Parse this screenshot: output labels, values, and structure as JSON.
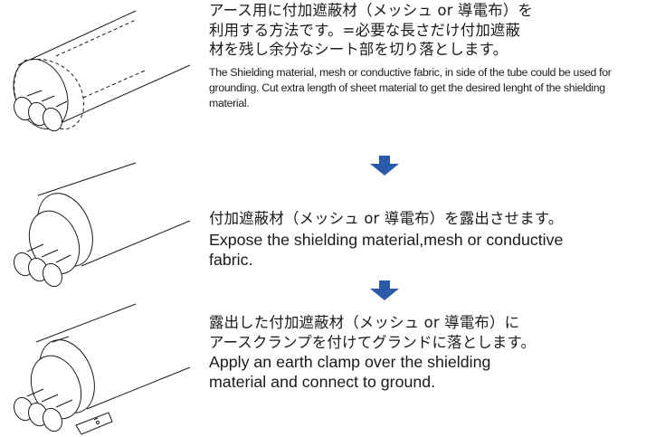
{
  "colors": {
    "arrow": "#2a5aa8",
    "line": "#1a1a1a",
    "text": "#1a1a1a"
  },
  "icons": {
    "arrow": "down-arrow-icon"
  },
  "steps": [
    {
      "jp_lines": [
        "アース用に付加遮蔽材（メッシュ or 導電布）を",
        "利用する方法です。=必要な長さだけ付加遮蔽",
        "材を残し余分なシート部を切り落とします。"
      ],
      "en": "The Shielding material, mesh or conductive fabric, in side of the tube could be used for grounding. Cut extra length of sheet material to get the desired lenght of the shielding material."
    },
    {
      "jp_lines": [
        "付加遮蔽材（メッシュ or 導電布）を露出させます。"
      ],
      "en_lines": [
        "Expose the shielding material,mesh or conductive",
        "fabric."
      ]
    },
    {
      "jp_lines": [
        "露出した付加遮蔽材（メッシュ or 導電布）に",
        "アースクランプを付けてグランドに落とします。"
      ],
      "en_lines": [
        "Apply an earth clamp over the shielding",
        "material and connect to ground."
      ]
    }
  ]
}
